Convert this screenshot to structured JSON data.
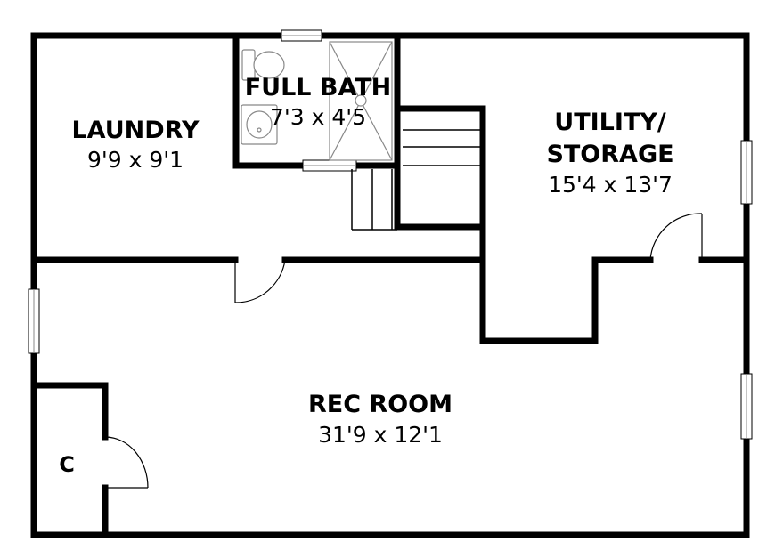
{
  "colors": {
    "wall": "#000000",
    "background": "#ffffff",
    "fixture": "#888888"
  },
  "rooms": {
    "laundry": {
      "name": "LAUNDRY",
      "dims": "9'9 x 9'1"
    },
    "full_bath": {
      "name": "FULL BATH",
      "dims": "7'3 x 4'5"
    },
    "utility_storage": {
      "name_line1": "UTILITY/",
      "name_line2": "STORAGE",
      "dims": "15'4 x 13'7"
    },
    "rec_room": {
      "name": "REC ROOM",
      "dims": "31'9 x 12'1"
    },
    "closet": {
      "name": "C"
    }
  },
  "fixtures": [
    "toilet-icon",
    "sink-icon",
    "shower-icon",
    "stairs-icon"
  ]
}
